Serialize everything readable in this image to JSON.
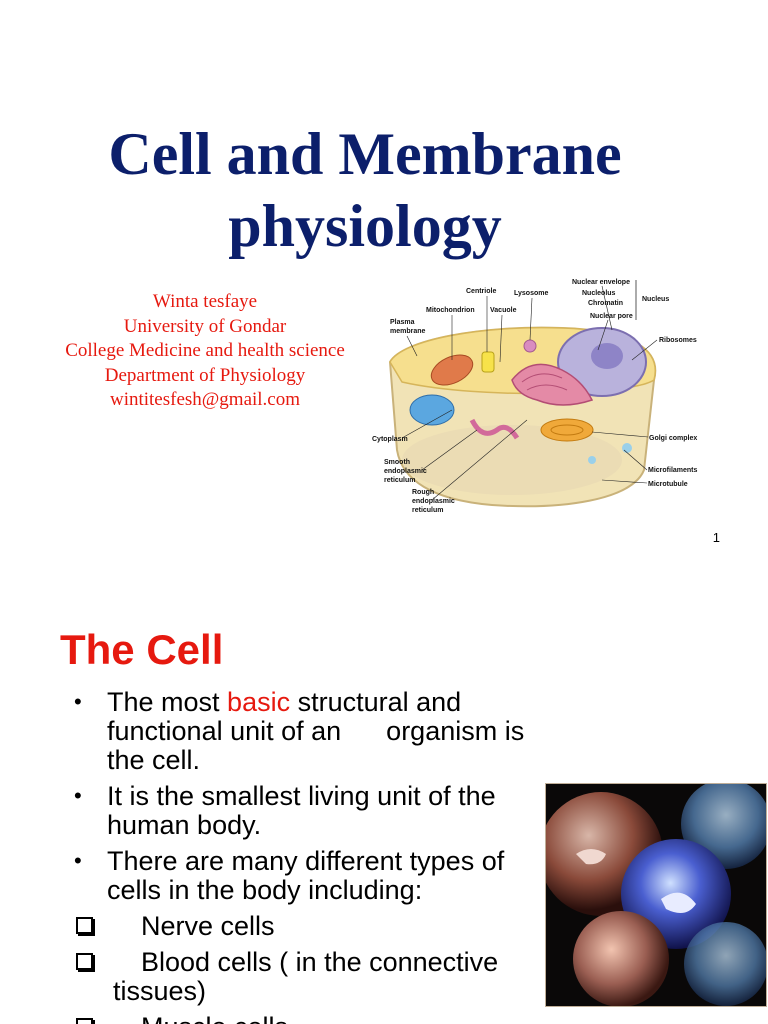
{
  "slide1": {
    "title_line1": "Cell and Membrane",
    "title_line2": "physiology",
    "author": [
      "Winta tesfaye",
      "University of Gondar",
      "College Medicine and health science",
      "Department of Physiology",
      "wintitesfesh@gmail.com"
    ],
    "page_number": "1",
    "diagram_labels": {
      "nuclear_envelope": "Nuclear envelope",
      "nucleolus": "Nucleolus",
      "chromatin": "Chromatin",
      "nuclear_pore": "Nuclear pore",
      "nucleus": "Nucleus",
      "centriole": "Centriole",
      "lysosome": "Lysosome",
      "mitochondrion": "Mitochondrion",
      "vacuole": "Vacuole",
      "plasma": "Plasma",
      "membrane": "membrane",
      "ribosomes": "Ribosomes",
      "cytoplasm": "Cytoplasm",
      "golgi": "Golgi complex",
      "smooth": "Smooth",
      "endoplasmic": "endoplasmic",
      "reticulum": "reticulum",
      "microfilaments": "Microfilaments",
      "microtubule": "Microtubule",
      "rough": "Rough",
      "rough_endoplasmic": "endoplasmic",
      "rough_reticulum": "reticulum"
    }
  },
  "slide2": {
    "title": "The Cell",
    "bullet1_pre": "The most ",
    "bullet1_highlight": "basic",
    "bullet1_post": " structural and functional unit of an      organism is the cell.",
    "bullet2": "It is the smallest living unit of the human body.",
    "bullet3": "There are many different types of cells in the body including:",
    "item1": "Nerve cells",
    "item2_line1": "Blood cells ( in the connective",
    "item2_line2": "tissues)",
    "item3": "Muscle cells"
  },
  "colors": {
    "title_blue": "#0c1f6b",
    "accent_red": "#e6190f"
  }
}
